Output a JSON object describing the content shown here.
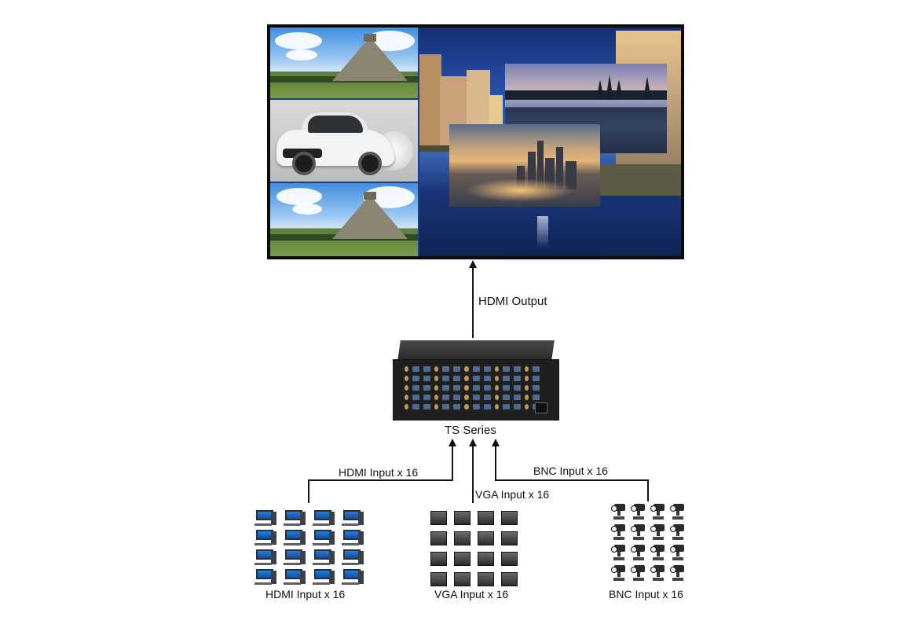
{
  "diagram": {
    "output_label": "HDMI Output",
    "device_label": "TS Series",
    "connector_labels": {
      "hdmi": "HDMI Input x 16",
      "vga": "VGA Input x 16",
      "bnc": "BNC Input x 16"
    },
    "groups": [
      {
        "icon": "computer-icon",
        "count": 16,
        "label": "HDMI Input x 16"
      },
      {
        "icon": "vga-box-icon",
        "count": 16,
        "label": "VGA Input x 16"
      },
      {
        "icon": "bnc-camera-icon",
        "count": 16,
        "label": "BNC Input x 16"
      }
    ]
  },
  "colors": {
    "line": "#111111",
    "background": "#ffffff",
    "bezel": "#0b0b0b"
  }
}
